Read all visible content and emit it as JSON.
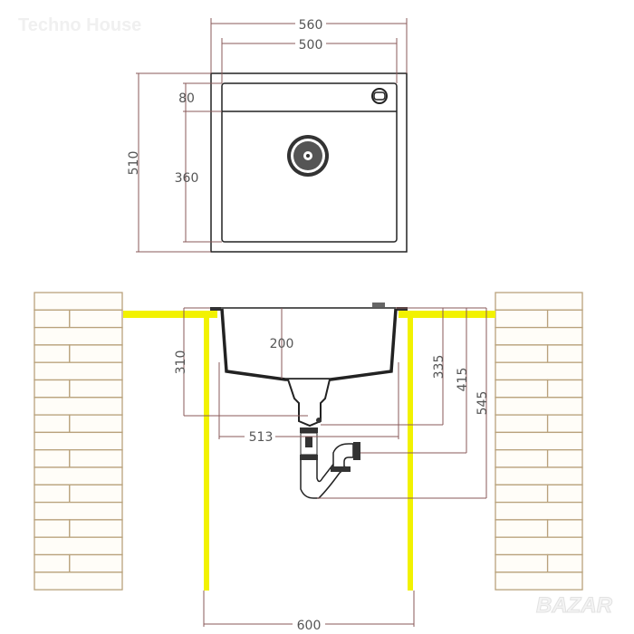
{
  "watermark": "Techno House",
  "logo": "BAZAR",
  "colors": {
    "dimension": "#8a5a5a",
    "brick": "#b9a27c",
    "brick_fill": "#fffdf8",
    "cabinet": "#f2f200",
    "outline": "#222222"
  },
  "top_view": {
    "dims": {
      "overall_width": "560",
      "bowl_width": "500",
      "overall_depth": "510",
      "ledge_depth": "80",
      "bowl_depth": "360"
    }
  },
  "side_view": {
    "dims": {
      "overall_height": "310",
      "bowl_depth": "200",
      "drain_width": "513",
      "drain_outlet_height": "335",
      "trap_outlet_height": "415",
      "trap_bottom_height": "545",
      "cabinet_width": "600"
    }
  }
}
